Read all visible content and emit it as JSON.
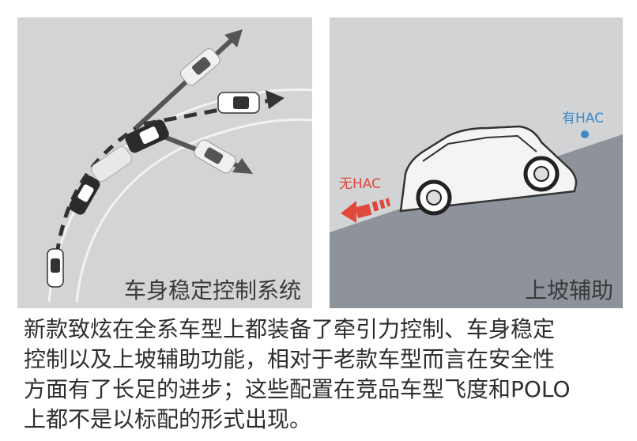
{
  "figure": {
    "left_panel": {
      "caption": "车身稳定控制系统"
    },
    "right_panel": {
      "caption": "上坡辅助",
      "with_hac_label": "有HAC",
      "without_hac_label": "无HAC",
      "with_hac_color": "#3d8bc8",
      "without_hac_color": "#e0483c"
    }
  },
  "article": {
    "lines": [
      "新款致炫在全系车型上都装备了牵引力控制、车身稳定",
      "控制以及上坡辅助功能，相对于老款车型而言在安全性",
      "方面有了长足的进步；这些配置在竞品车型飞度和POLO",
      "上都不是以标配的形式出现。"
    ]
  }
}
